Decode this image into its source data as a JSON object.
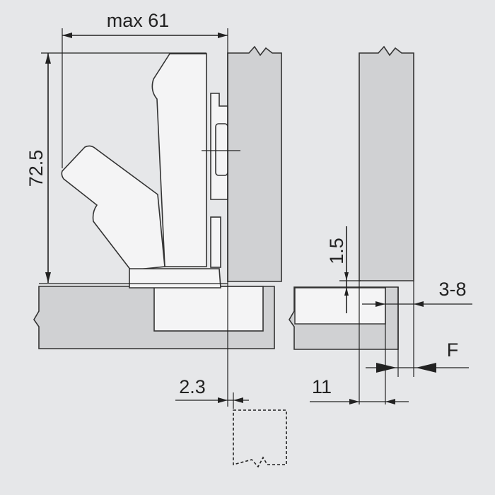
{
  "dimensions": {
    "max_width": "max 61",
    "height": "72.5",
    "gap_top": "1.5",
    "overlay": "3-8",
    "f": "F",
    "drill_distance": "11",
    "offset": "2.3"
  },
  "colors": {
    "background": "#e6e7e9",
    "panel": "#d0d1d3",
    "hinge": "#f4f4f5",
    "line": "#222222"
  }
}
